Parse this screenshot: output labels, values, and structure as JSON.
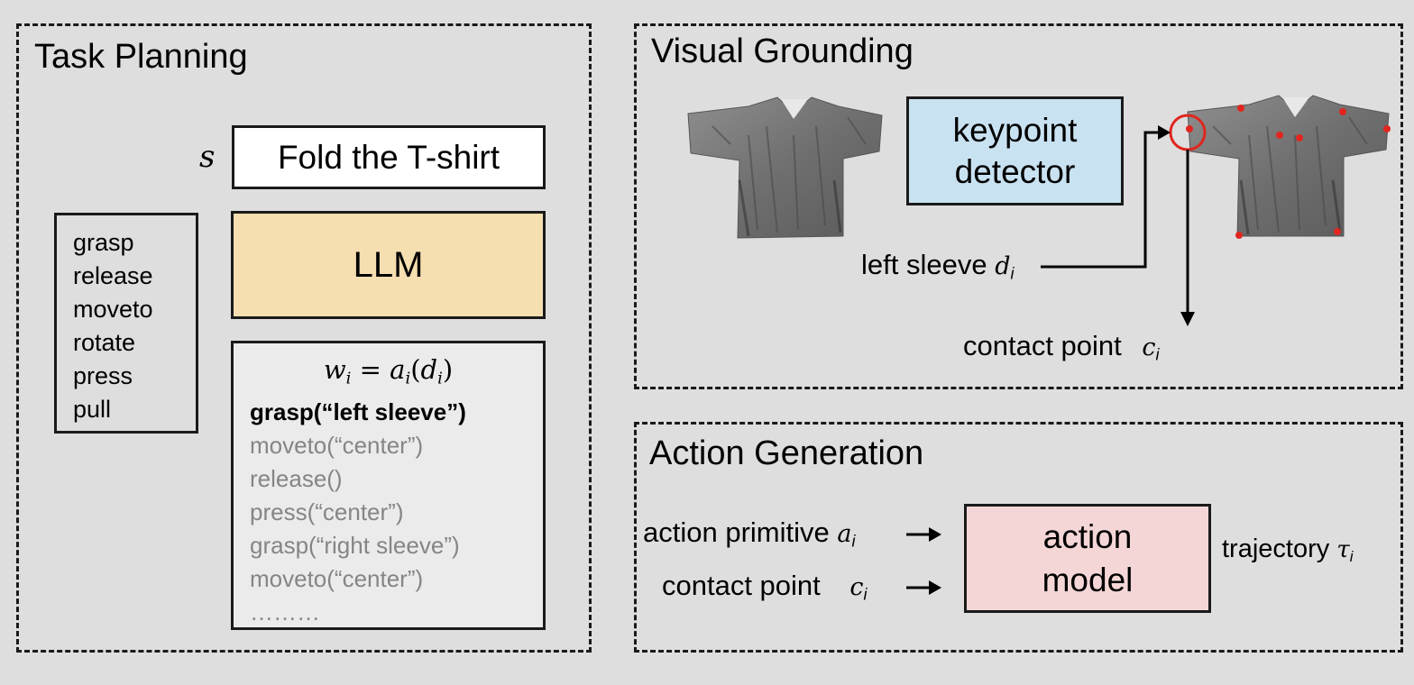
{
  "task_planning": {
    "title": "Task Planning",
    "instruction_symbol": "s",
    "instruction": "Fold the T-shirt",
    "llm_label": "LLM",
    "primitives": [
      "grasp",
      "release",
      "moveto",
      "rotate",
      "press",
      "pull"
    ],
    "plan_formula": {
      "lhs": "w",
      "lhs_sub": "i",
      "equals": " = ",
      "func": "a",
      "func_sub": "i",
      "arg": "d",
      "arg_sub": "i"
    },
    "plan_active": "grasp(“left sleeve”)",
    "plan_rest": [
      "moveto(“center”)",
      "release()",
      "press(“center”)",
      "grasp(“right sleeve”)",
      "moveto(“center”)",
      "………"
    ]
  },
  "visual_grounding": {
    "title": "Visual Grounding",
    "detector_label_line1": "keypoint",
    "detector_label_line2": "detector",
    "input_label": "left sleeve",
    "input_symbol": "d",
    "input_sub": "i",
    "output_label": "contact point",
    "output_symbol": "c",
    "output_sub": "i"
  },
  "action_generation": {
    "title": "Action Generation",
    "input1_label": "action primitive",
    "input1_symbol": "a",
    "input1_sub": "i",
    "input2_label": "contact point",
    "input2_symbol": "c",
    "input2_sub": "i",
    "model_label_line1": "action",
    "model_label_line2": "model",
    "output_label": "trajectory",
    "output_symbol": "τ",
    "output_sub": "i"
  },
  "colors": {
    "background": "#dedede",
    "llm_fill": "#f5deb0",
    "detector_fill": "#c9e2f2",
    "action_model_fill": "#f5d6d6",
    "plan_fill": "#ecebeb",
    "instruction_fill": "#ffffff",
    "inactive_text": "#858585",
    "keypoint_red": "#e0261f"
  }
}
